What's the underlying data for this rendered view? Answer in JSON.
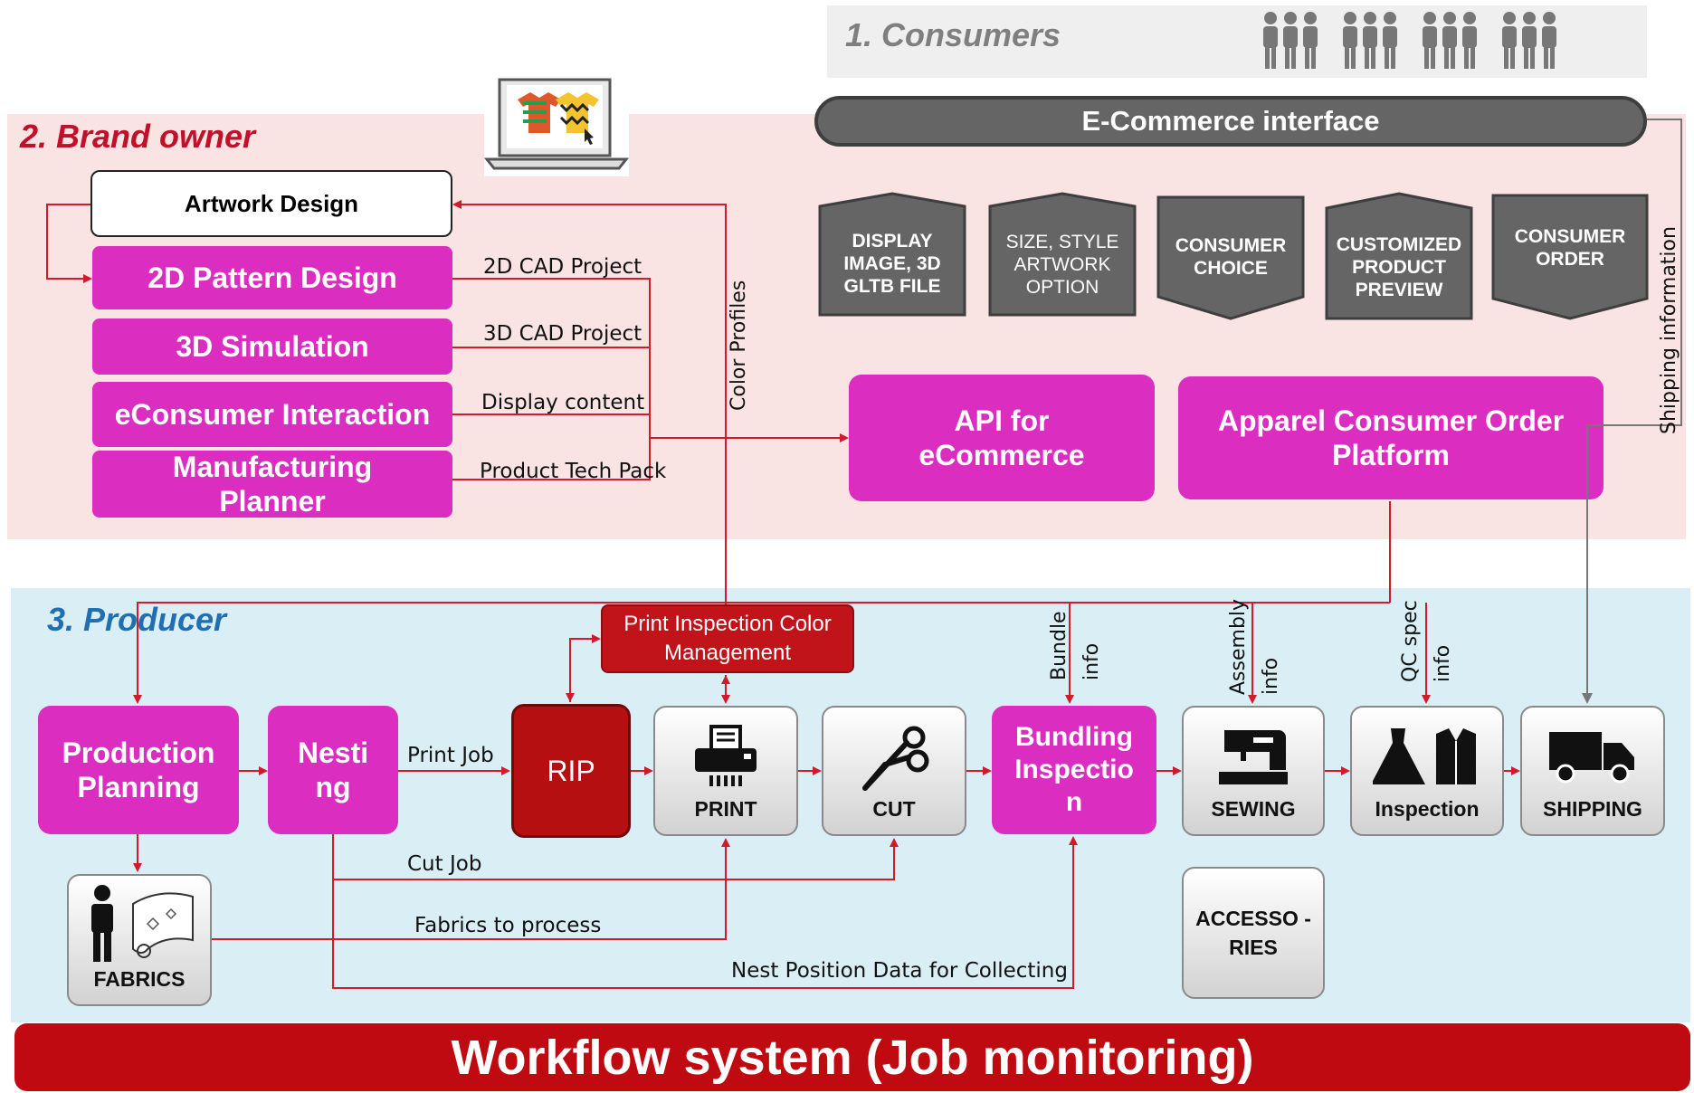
{
  "sections": {
    "consumers": "1. Consumers",
    "brand_owner": "2. Brand owner",
    "producer": "3. Producer"
  },
  "ecommerce_interface": "E-Commerce interface",
  "brand_boxes": {
    "artwork": "Artwork Design",
    "pattern": "2D  Pattern Design",
    "simulation": "3D Simulation",
    "econsumer": "eConsumer Interaction",
    "manufacturing": "Manufacturing Planner"
  },
  "brand_flows": {
    "cad2d": "2D CAD Project",
    "cad3d": "3D CAD Project",
    "display": "Display content",
    "techpack": "Product Tech Pack",
    "color_profiles": "Color Profiles",
    "shipping_info": "Shipping information"
  },
  "consumer_steps": [
    {
      "label": "DISPLAY IMAGE, 3D GLTB FILE"
    },
    {
      "label": "SIZE, STYLE ARTWORK OPTION"
    },
    {
      "label": "CONSUMER CHOICE"
    },
    {
      "label": "CUSTOMIZED PRODUCT PREVIEW"
    },
    {
      "label": "CONSUMER ORDER"
    }
  ],
  "platforms": {
    "api": "API for eCommerce",
    "order_platform": "Apparel Consumer Order Platform"
  },
  "producer": {
    "production_planning": "Production Planning",
    "nesting": "Nesti ng",
    "rip": "RIP",
    "print_inspection": "Print  Inspection Color Management",
    "print": "PRINT",
    "cut": "CUT",
    "bundling": "Bundling Inspectio n",
    "sewing": "SEWING",
    "inspection": "Inspection",
    "shipping": "SHIPPING",
    "fabrics": "FABRICS",
    "accessories": "ACCESSO - RIES"
  },
  "producer_flows": {
    "print_job": "Print Job",
    "cut_job": "Cut Job",
    "fabrics_to_process": "Fabrics to process",
    "nest_position": "Nest Position Data for Collecting",
    "bundle_info_1": "Bundle",
    "bundle_info_2": "info",
    "assembly_info_1": "Assembly",
    "assembly_info_2": "info",
    "qc_info_1": "QC spec",
    "qc_info_2": "info"
  },
  "workflow": "Workflow system (Job monitoring)",
  "colors": {
    "magenta": "#db2ec1",
    "red": "#c0141a",
    "dark_red": "#b50f12",
    "brand_bg": "#f9e3e3",
    "producer_bg": "#d9eff5",
    "gray": "#656565"
  }
}
